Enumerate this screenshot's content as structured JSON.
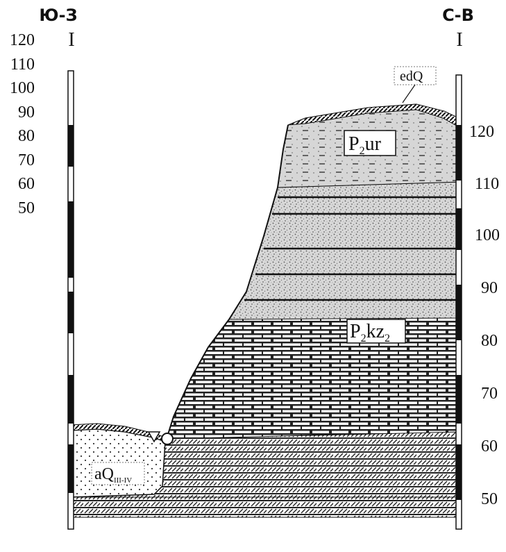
{
  "directions": {
    "left": "Ю-З",
    "right": "С-В"
  },
  "section_marker": {
    "left": "I",
    "right": "I"
  },
  "left_scale": [
    "120",
    "110",
    "100",
    "90",
    "80",
    "70",
    "60",
    "50"
  ],
  "right_scale": [
    "120",
    "110",
    "100",
    "90",
    "80",
    "70",
    "60",
    "50"
  ],
  "layers": {
    "top_soil": "edQ",
    "upper": {
      "main": "P",
      "sub": "2",
      "suffix": "ur"
    },
    "middle": {
      "main": "P",
      "sub": "2",
      "suffix": "kz",
      "sub2": "2"
    },
    "valley": {
      "main": "aQ",
      "sub": "III-IV"
    }
  }
}
